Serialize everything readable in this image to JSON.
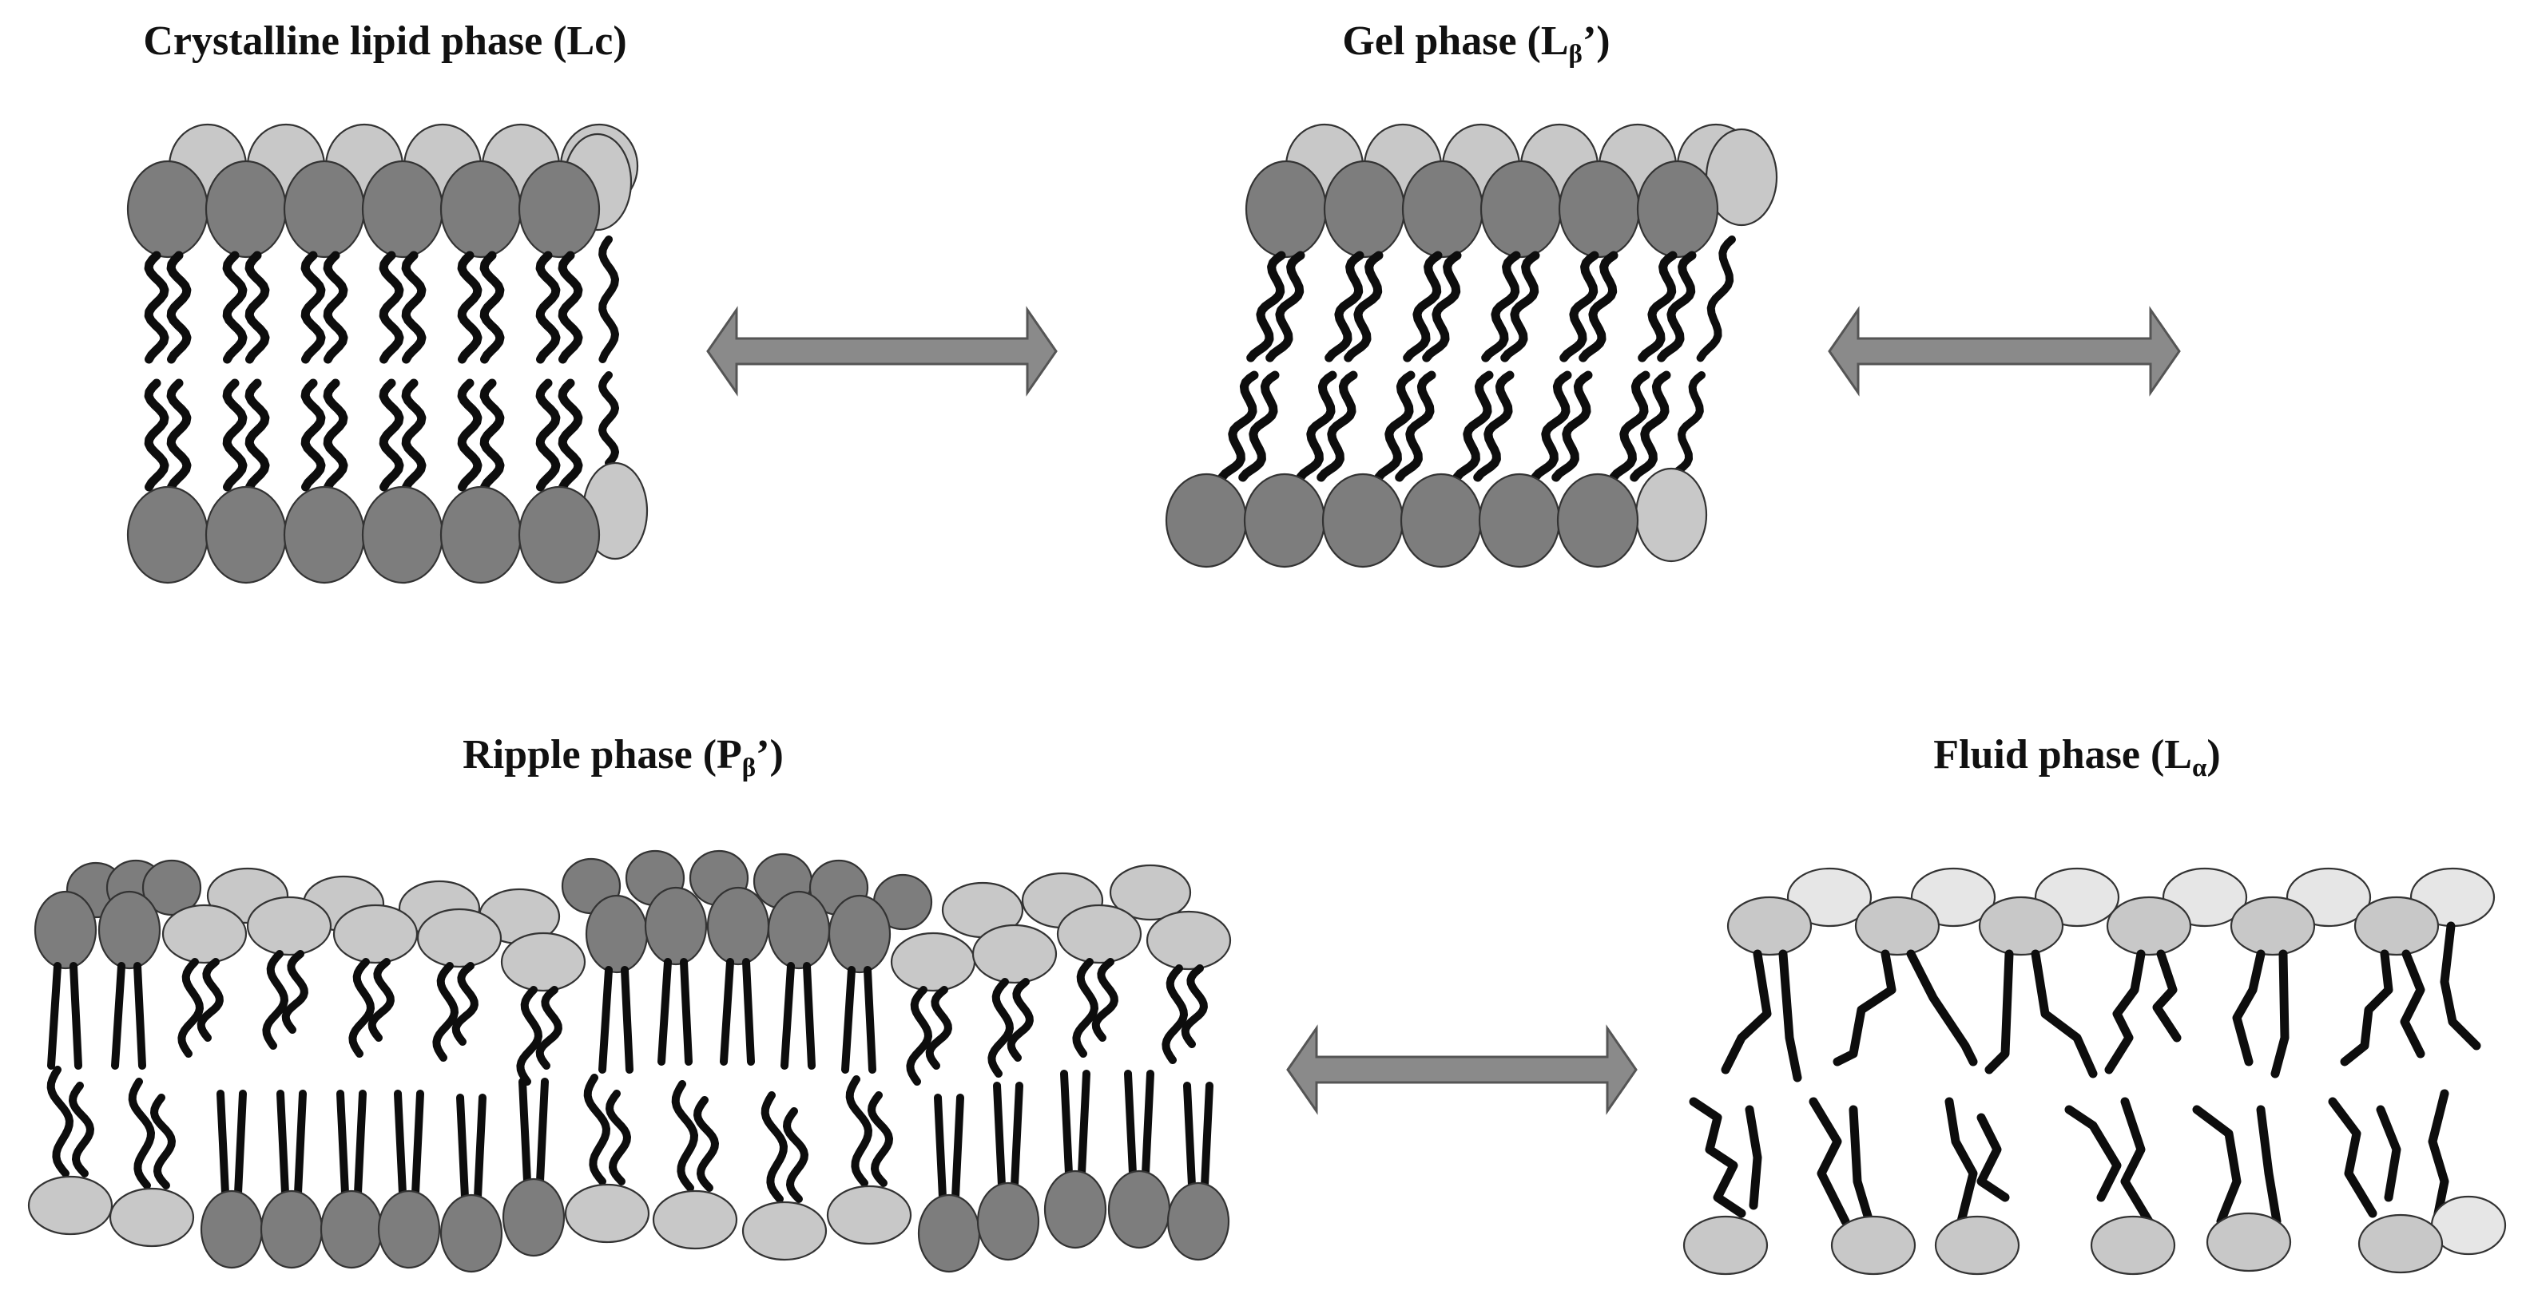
{
  "titles": {
    "crystalline": {
      "text": "Crystalline lipid phase (Lc)"
    },
    "gel": {
      "main": "Gel phase (L",
      "sub": "β",
      "tail": "’)"
    },
    "ripple": {
      "main": "Ripple phase (P",
      "sub": "β",
      "tail": "’)"
    },
    "fluid": {
      "main": "Fluid phase (L",
      "sub": "α",
      "tail": ")"
    }
  },
  "colors": {
    "head_dark": "#7d7d7d",
    "head_light": "#c8c8c8",
    "head_pale": "#e6e6e6",
    "tail": "#0d0d0d",
    "arrow": "#8a8a8a"
  },
  "icons": {
    "transition_arrow": "double-headed-arrow"
  }
}
